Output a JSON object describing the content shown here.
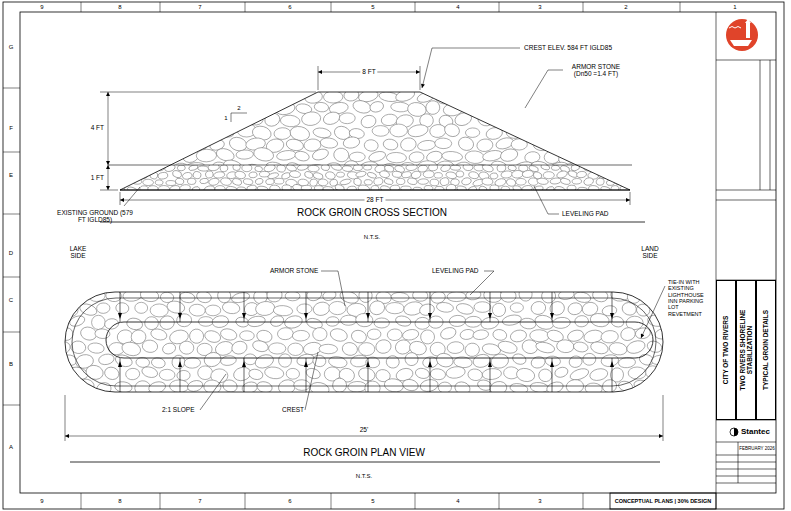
{
  "diagram": {
    "nodes": [
      {
        "text": [
          "CITY OF TWO RIVERS"
        ]
      },
      {
        "text": [
          "TWO RIVERS SHORELINE STABILIZATION"
        ]
      },
      {
        "text": [
          "TYPICAL GROIN DETAILS"
        ]
      }
    ],
    "labels": [
      "9",
      "8",
      "7",
      "6",
      "5",
      "4",
      "3",
      "2",
      "1",
      "G",
      "F",
      "E",
      "D",
      "C",
      "B",
      "A",
      "CREST ELEV. 584 FT IGLD85",
      "8 FT",
      "ARMOR STONE (Dn50 =1.4 FT)",
      "2",
      "1",
      "4 FT",
      "1 FT",
      "28 FT",
      "EXISTING GROUND (579 FT IGLD85)",
      "LEVELING PAD",
      "ROCK GROIN CROSS SECTION",
      "N.T.S.",
      "LAKE SIDE",
      "LAND SIDE",
      "ARMOR STONE",
      "LEVELING PAD",
      "TIE-IN WITH EXISTING LIGHTHOUSE INN PARKING LOT REVETMENT",
      "2:1 SLOPE",
      "CREST",
      "25'",
      "ROCK GROIN PLAN VIEW",
      "N.T.S.",
      "Stantec",
      "FEBRUARY 2026",
      "9",
      "8",
      "7",
      "6",
      "5",
      "4",
      "3",
      "CONCEPTUAL PLANS | 30% DESIGN"
    ]
  }
}
